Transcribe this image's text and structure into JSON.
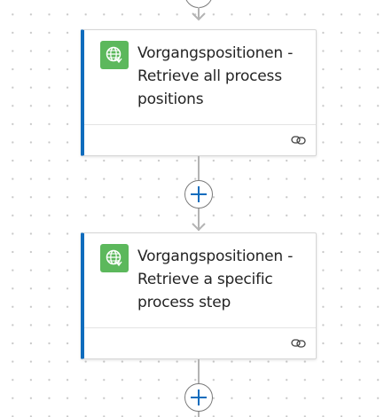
{
  "flow": {
    "actions": [
      {
        "title_line1": "Vorgangspositionen -",
        "title_line2": "Retrieve all process",
        "title_line3": "positions",
        "icon": "globe-connector-icon",
        "footer_icon": "link-icon"
      },
      {
        "title_line1": "Vorgangspositionen -",
        "title_line2": "Retrieve a specific",
        "title_line3": "process step",
        "icon": "globe-connector-icon",
        "footer_icon": "link-icon"
      }
    ],
    "insert_button_icon": "plus-icon"
  },
  "colors": {
    "card_accent": "#0f6cbd",
    "connector_icon_bg": "#5cb85c",
    "add_button_plus": "#0f6cbd",
    "connector_line": "#b3b3b3"
  }
}
